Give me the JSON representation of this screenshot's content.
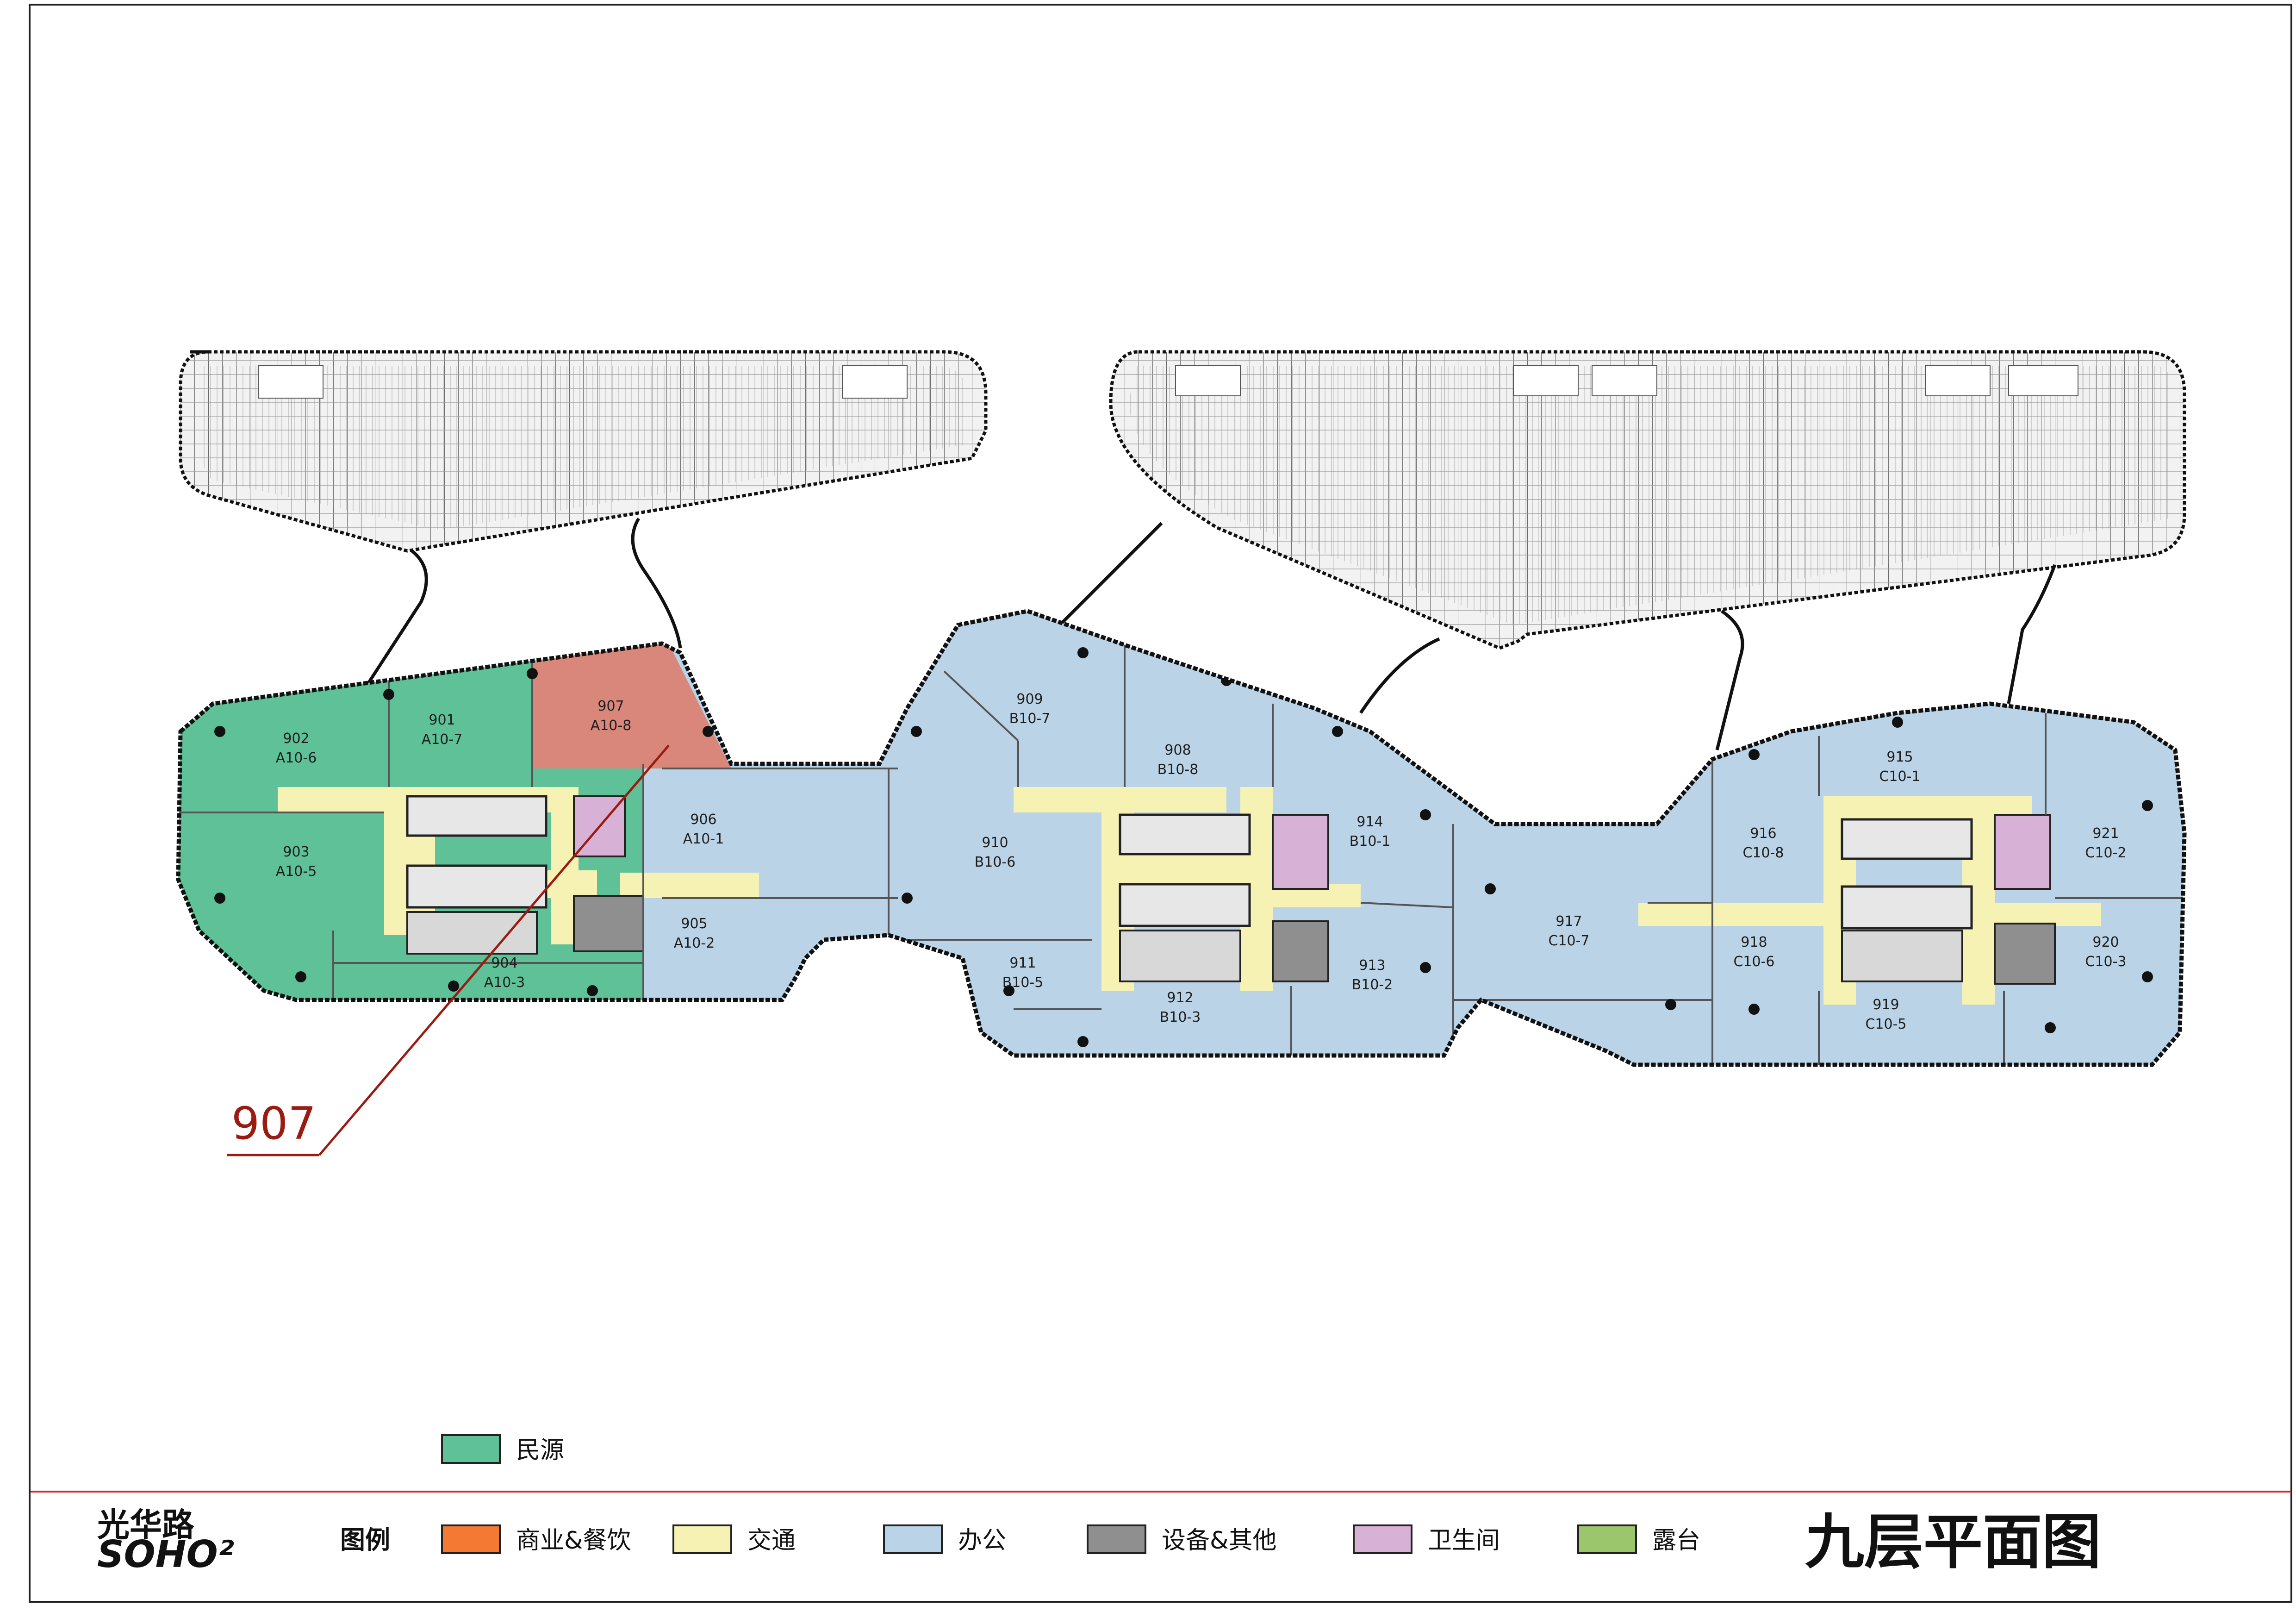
{
  "sheet_title": "九层平面图",
  "legend_heading": "图例",
  "logo": {
    "line1": "光华路",
    "line2": "SOHO²"
  },
  "callout": {
    "label": "907"
  },
  "tenant_legend": {
    "label": "民源",
    "color": "#5ec197"
  },
  "legend": [
    {
      "label": "商业&餐饮",
      "color": "#f47a33"
    },
    {
      "label": "交通",
      "color": "#f5f2b4"
    },
    {
      "label": "办公",
      "color": "#bad3e6"
    },
    {
      "label": "设备&其他",
      "color": "#8f8f90"
    },
    {
      "label": "卫生间",
      "color": "#d8b1d6"
    },
    {
      "label": "露台",
      "color": "#9cc66b"
    }
  ],
  "colors": {
    "tenant_green": "#5ec197",
    "highlight_red": "#d9877a",
    "office_blue": "#bad3e6",
    "circulation": "#f5f2b4",
    "equipment": "#8f8f90",
    "restroom": "#d8b1d6",
    "callout_red": "#9a1b12",
    "divider_red": "#d22b2b"
  },
  "rooms": [
    {
      "number": "902",
      "code": "A10-6"
    },
    {
      "number": "901",
      "code": "A10-7"
    },
    {
      "number": "907",
      "code": "A10-8"
    },
    {
      "number": "903",
      "code": "A10-5"
    },
    {
      "number": "906",
      "code": "A10-1"
    },
    {
      "number": "905",
      "code": "A10-2"
    },
    {
      "number": "904",
      "code": "A10-3"
    },
    {
      "number": "909",
      "code": "B10-7"
    },
    {
      "number": "908",
      "code": "B10-8"
    },
    {
      "number": "910",
      "code": "B10-6"
    },
    {
      "number": "914",
      "code": "B10-1"
    },
    {
      "number": "911",
      "code": "B10-5"
    },
    {
      "number": "913",
      "code": "B10-2"
    },
    {
      "number": "912",
      "code": "B10-3"
    },
    {
      "number": "917",
      "code": "C10-7"
    },
    {
      "number": "915",
      "code": "C10-1"
    },
    {
      "number": "916",
      "code": "C10-8"
    },
    {
      "number": "921",
      "code": "C10-2"
    },
    {
      "number": "918",
      "code": "C10-6"
    },
    {
      "number": "920",
      "code": "C10-3"
    },
    {
      "number": "919",
      "code": "C10-5"
    }
  ]
}
